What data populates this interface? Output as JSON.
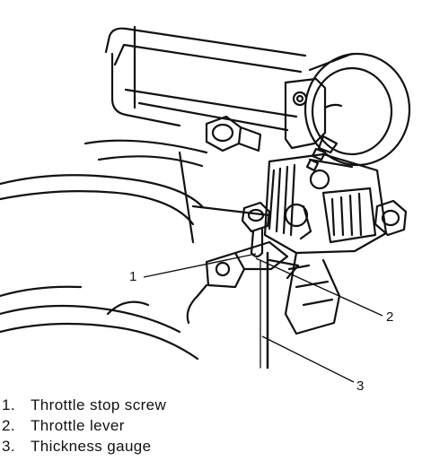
{
  "callouts": [
    "1",
    "2",
    "3"
  ],
  "legend": [
    {
      "num": "1.",
      "text": "Throttle stop screw"
    },
    {
      "num": "2.",
      "text": "Throttle lever"
    },
    {
      "num": "3.",
      "text": "Thickness gauge"
    }
  ],
  "colors": {
    "ink": "#111111",
    "paper": "#ffffff"
  }
}
